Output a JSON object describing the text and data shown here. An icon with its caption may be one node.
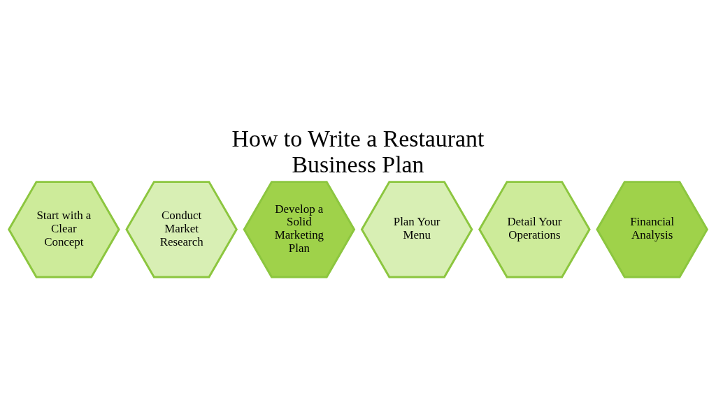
{
  "diagram": {
    "title": "How to Write a Restaurant Business Plan",
    "nodes": [
      {
        "text": [
          "Start with a Clear Concept"
        ]
      },
      {
        "text": [
          "Conduct Market Research"
        ]
      },
      {
        "text": [
          "Develop a Solid Marketing Plan"
        ]
      },
      {
        "text": [
          "Plan Your Menu"
        ]
      },
      {
        "text": [
          "Detail Your Operations"
        ]
      },
      {
        "text": [
          "Financial Analysis"
        ]
      }
    ]
  }
}
